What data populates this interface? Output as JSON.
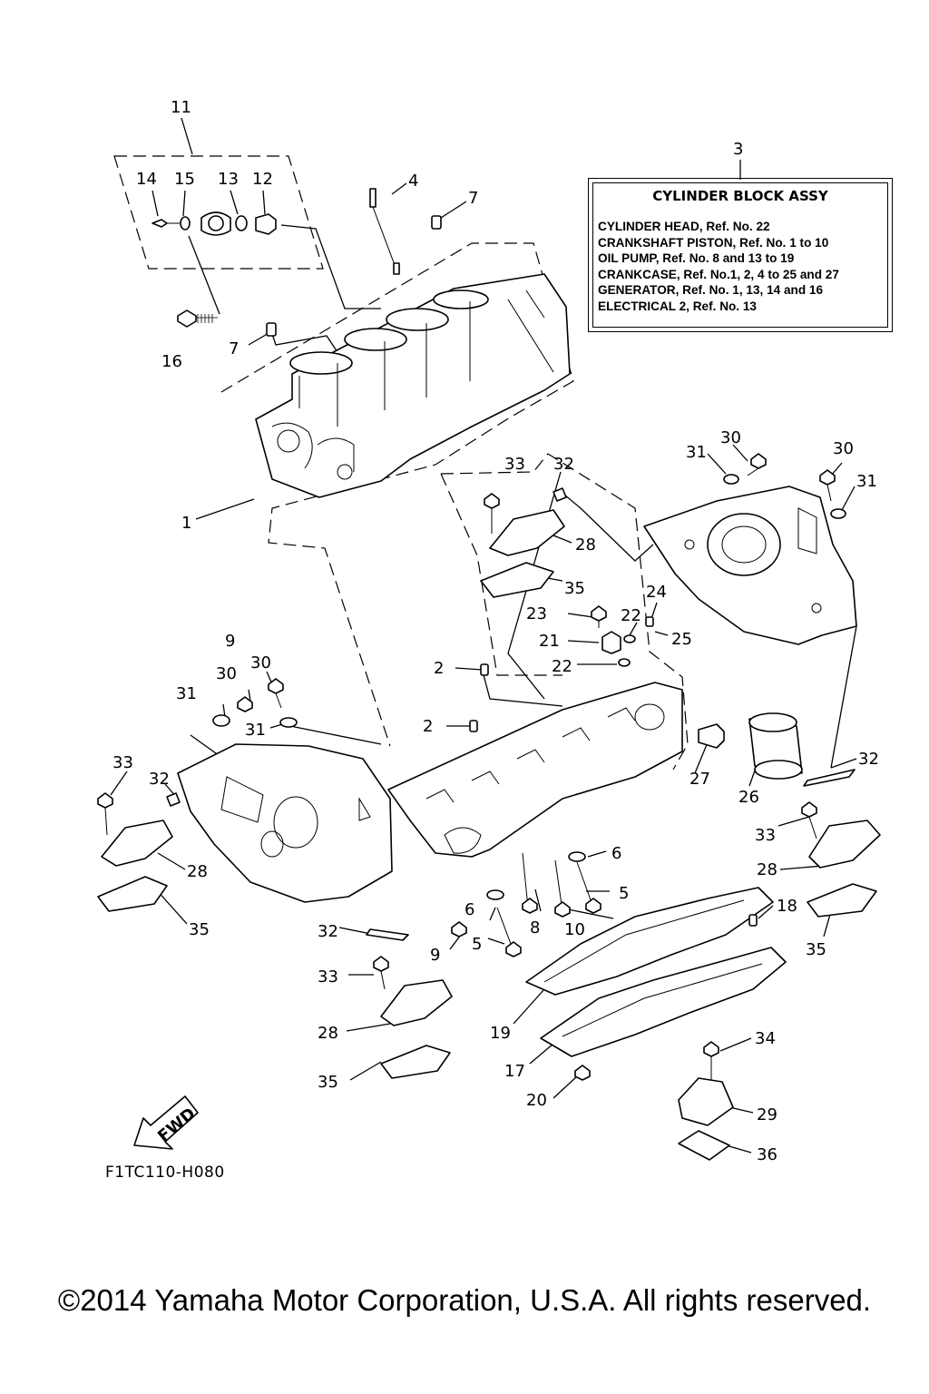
{
  "legend": {
    "ref_no": "3",
    "title": "CYLINDER BLOCK ASSY",
    "lines": [
      "CYLINDER HEAD, Ref. No. 22",
      "CRANKSHAFT PISTON, Ref. No. 1 to 10",
      "OIL PUMP, Ref. No. 8 and 13 to 19",
      "CRANKCASE, Ref. No.1, 2, 4 to 25 and 27",
      "GENERATOR, Ref. No. 1, 13, 14 and 16",
      "ELECTRICAL 2, Ref. No. 13"
    ]
  },
  "callouts": [
    "11",
    "14",
    "15",
    "13",
    "12",
    "4",
    "7",
    "16",
    "7",
    "1",
    "33",
    "32",
    "28",
    "35",
    "31",
    "30",
    "30",
    "31",
    "23",
    "24",
    "21",
    "22",
    "25",
    "22",
    "2",
    "2",
    "9",
    "30",
    "30",
    "31",
    "31",
    "33",
    "32",
    "28",
    "35",
    "27",
    "26",
    "32",
    "33",
    "28",
    "6",
    "6",
    "5",
    "8",
    "10",
    "9",
    "5",
    "18",
    "35",
    "32",
    "33",
    "28",
    "35",
    "19",
    "34",
    "17",
    "29",
    "20",
    "36"
  ],
  "fwd_arrow": "FWD",
  "diagram_code": "F1TC110-H080",
  "copyright": "©2014 Yamaha Motor Corporation, U.S.A. All rights reserved."
}
